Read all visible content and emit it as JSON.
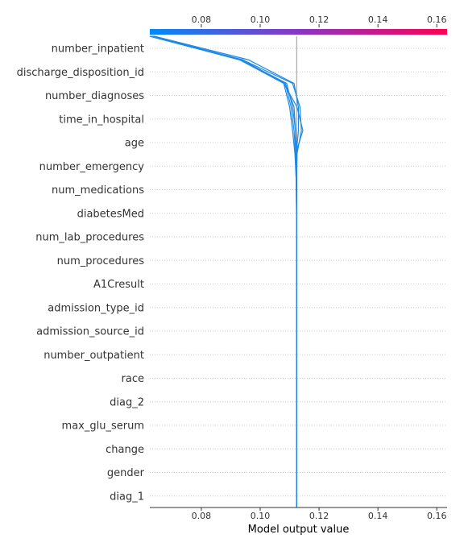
{
  "chart_data": {
    "type": "line",
    "plot_kind": "shap-decision-plot",
    "xlabel": "Model output value",
    "xlim": [
      0.0625,
      0.1635
    ],
    "x_ticks": [
      0.08,
      0.1,
      0.12,
      0.14,
      0.16
    ],
    "x_tick_labels": [
      "0.08",
      "0.10",
      "0.12",
      "0.14",
      "0.16"
    ],
    "base_value": 0.1124,
    "colorbar": {
      "from": "#008bfb",
      "to": "#ff0052",
      "position": "top"
    },
    "line_color": "#1e88e5",
    "base_line_color": "#999999",
    "grid": "horizontal dotted",
    "features": [
      "number_inpatient",
      "discharge_disposition_id",
      "number_diagnoses",
      "time_in_hospital",
      "age",
      "number_emergency",
      "num_medications",
      "diabetesMed",
      "num_lab_procedures",
      "num_procedures",
      "A1Cresult",
      "admission_type_id",
      "admission_source_id",
      "number_outpatient",
      "race",
      "diag_2",
      "max_glu_serum",
      "change",
      "gender",
      "diag_1"
    ],
    "series": [
      {
        "values": [
          0.0625,
          0.0935,
          0.1085,
          0.1115,
          0.112,
          0.112,
          0.1122,
          0.1123,
          0.1124,
          0.1124,
          0.1124,
          0.1124,
          0.1124,
          0.1124,
          0.1124,
          0.1124,
          0.1124,
          0.1124,
          0.1124,
          0.1124,
          0.1124
        ]
      },
      {
        "values": [
          0.0635,
          0.0935,
          0.109,
          0.111,
          0.112,
          0.1125,
          0.1124,
          0.1124,
          0.1124,
          0.1124,
          0.1124,
          0.1124,
          0.1124,
          0.1124,
          0.1124,
          0.1124,
          0.1124,
          0.1124,
          0.1124,
          0.1124,
          0.1124
        ]
      },
      {
        "values": [
          0.063,
          0.094,
          0.108,
          0.1125,
          0.1145,
          0.112,
          0.1124,
          0.1124,
          0.1124,
          0.1124,
          0.1124,
          0.1124,
          0.1124,
          0.1124,
          0.1124,
          0.1124,
          0.1124,
          0.1124,
          0.1124,
          0.1124,
          0.1124
        ]
      },
      {
        "values": [
          0.0635,
          0.094,
          0.111,
          0.1135,
          0.114,
          0.1125,
          0.1124,
          0.1124,
          0.1124,
          0.1124,
          0.1124,
          0.1124,
          0.1124,
          0.1124,
          0.1124,
          0.1124,
          0.1124,
          0.1124,
          0.1124,
          0.1124,
          0.1124
        ]
      },
      {
        "values": [
          0.064,
          0.096,
          0.1115,
          0.113,
          0.113,
          0.1122,
          0.1124,
          0.1124,
          0.1124,
          0.1124,
          0.1124,
          0.1124,
          0.1124,
          0.1124,
          0.1124,
          0.1124,
          0.1124,
          0.1124,
          0.1124,
          0.1124,
          0.1124
        ]
      },
      {
        "values": [
          0.0625,
          0.093,
          0.108,
          0.11,
          0.111,
          0.1118,
          0.1122,
          0.1123,
          0.1124,
          0.1124,
          0.1124,
          0.1124,
          0.1124,
          0.1124,
          0.1124,
          0.1124,
          0.1124,
          0.1124,
          0.1124,
          0.1124,
          0.1124
        ]
      },
      {
        "values": [
          0.063,
          0.093,
          0.1085,
          0.1105,
          0.1115,
          0.112,
          0.1123,
          0.1124,
          0.1124,
          0.1124,
          0.1124,
          0.1124,
          0.1124,
          0.1124,
          0.1124,
          0.1124,
          0.1124,
          0.1124,
          0.1124,
          0.1124,
          0.1124
        ]
      }
    ]
  }
}
